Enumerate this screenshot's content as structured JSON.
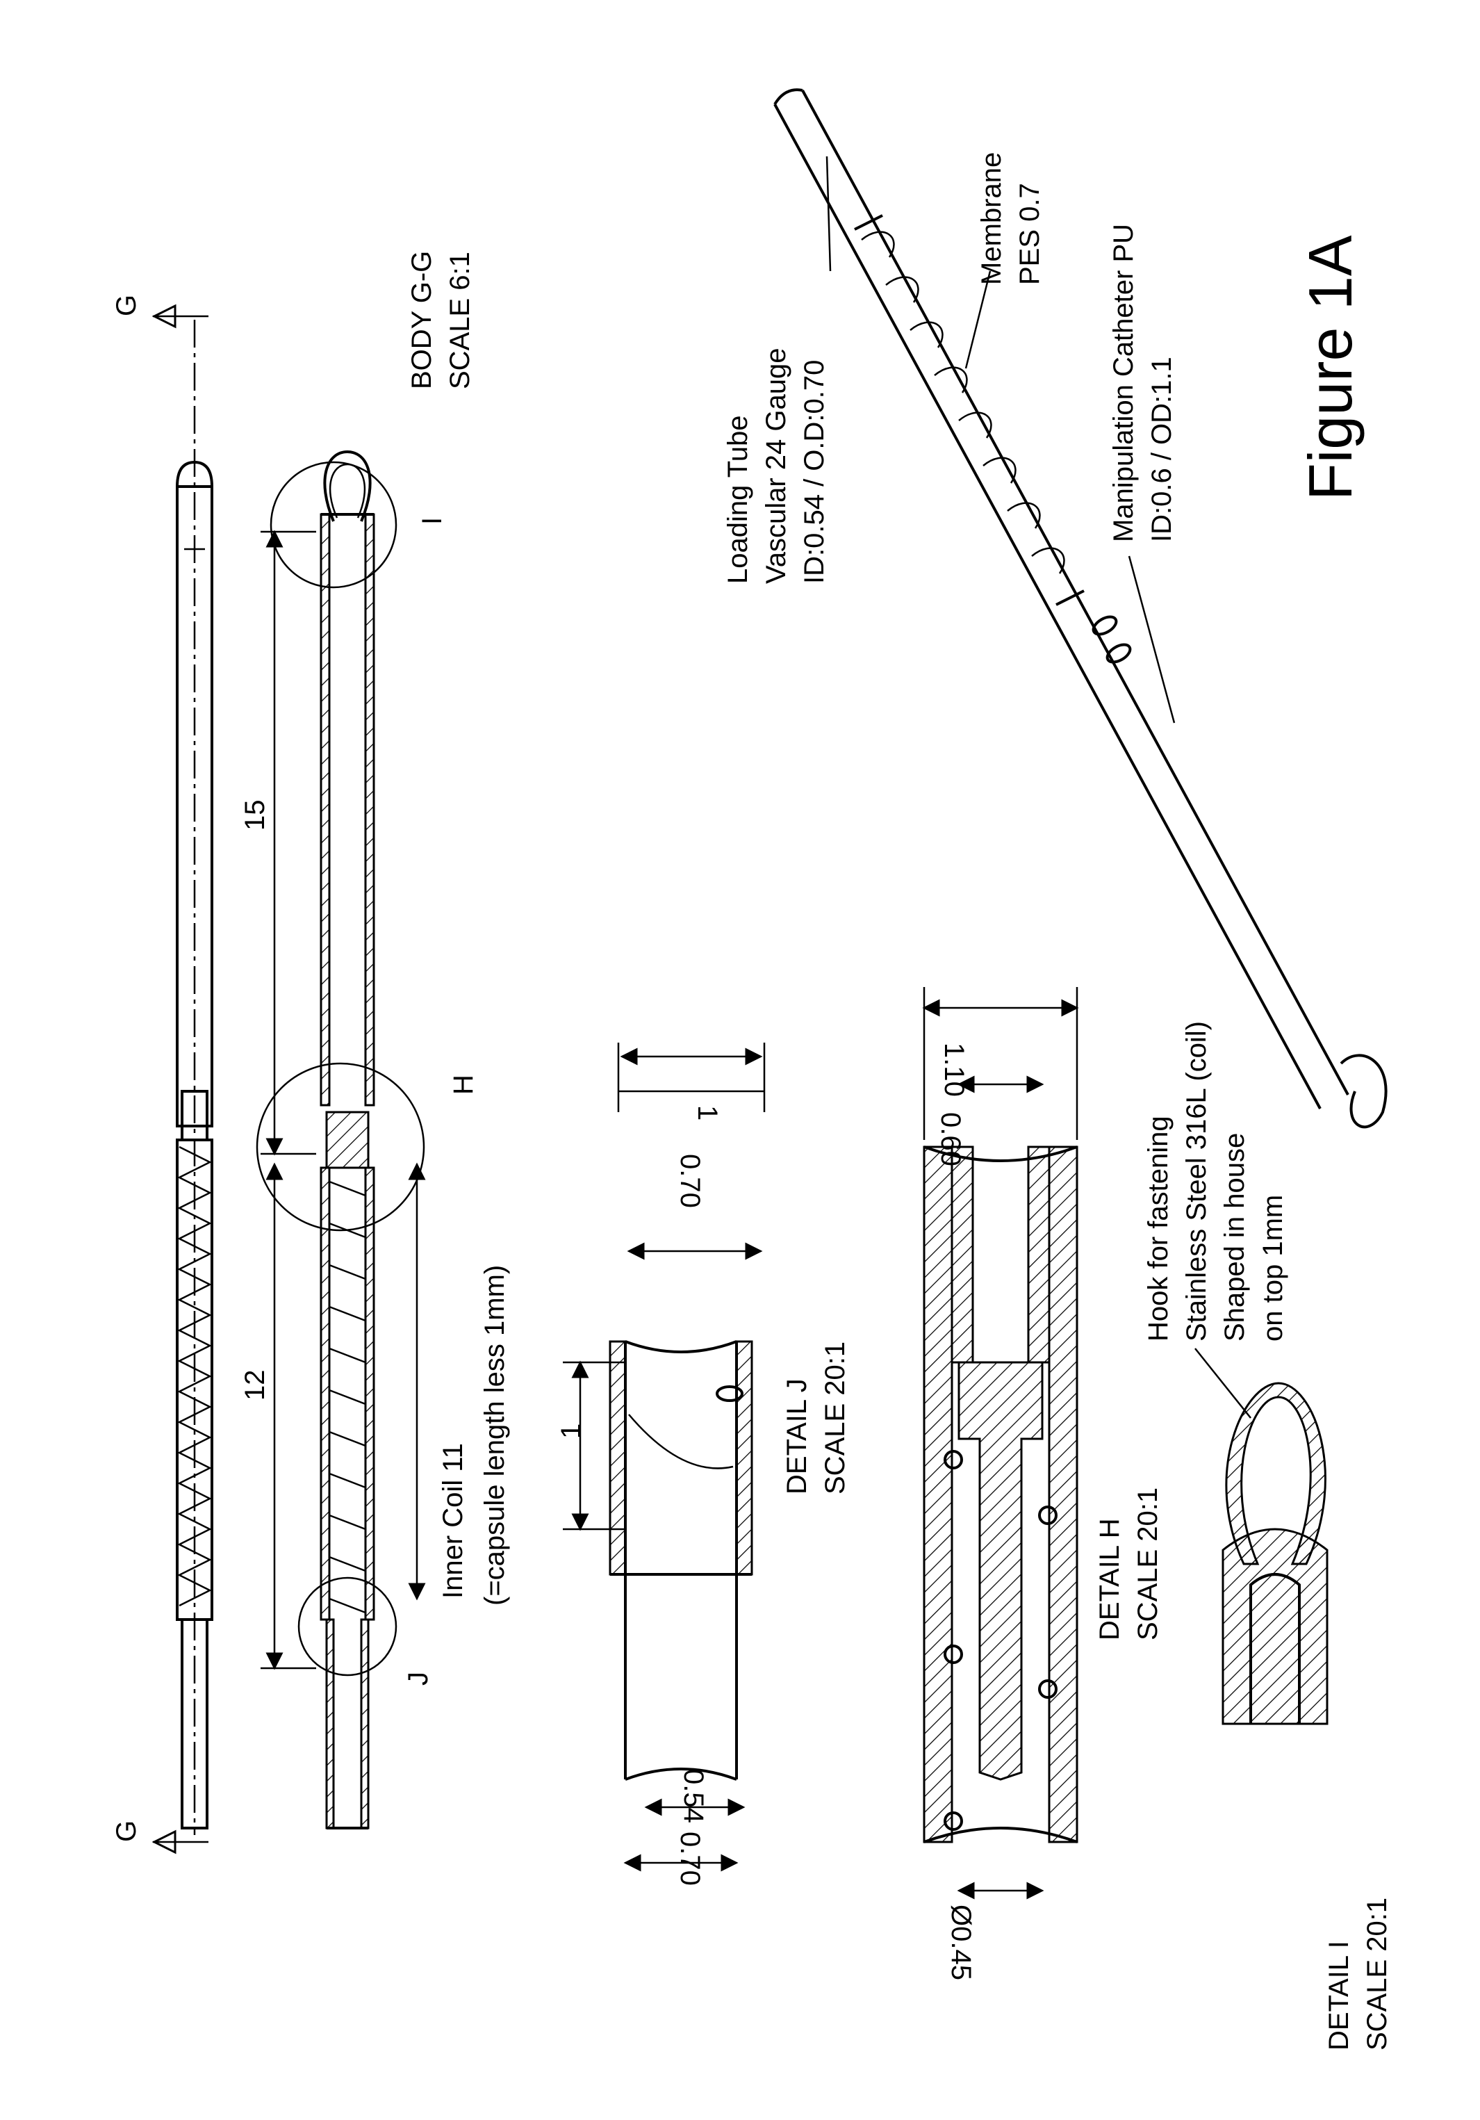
{
  "figure_title": "Figure 1A",
  "section": {
    "mark_top": "G",
    "mark_bottom": "G",
    "name": "BODY G-G",
    "scale": "SCALE 6:1"
  },
  "main_dims": {
    "d15": "15",
    "d12": "12"
  },
  "detail_circles": {
    "I": "I",
    "H": "H",
    "J": "J"
  },
  "inner_coil": {
    "line1": "Inner Coil 11",
    "line2": "(=capsule length less 1mm)"
  },
  "detail_j": {
    "name": "DETAIL J",
    "scale": "SCALE 20:1",
    "dim_len": "1",
    "dim_070": "0.70",
    "dim_1": "1",
    "dim_054": "0.54",
    "dim_070b": "0.70"
  },
  "detail_h": {
    "name": "DETAIL H",
    "scale": "SCALE 20:1",
    "dim_110": "1.10",
    "dim_060": "0.60",
    "dim_045": "Ø0.45"
  },
  "detail_i": {
    "name": "DETAIL I",
    "scale": "SCALE 20:1"
  },
  "hook": {
    "line1": "Hook for fastening",
    "line2": "Stainless Steel 316L (coil)",
    "line3": "Shaped in house",
    "line4": "on top 1mm"
  },
  "loading_tube": {
    "line1": "Loading Tube",
    "line2": "Vascular 24 Gauge",
    "line3": "ID:0.54 / O.D:0.70"
  },
  "membrane": {
    "line1": "Membrane",
    "line2": "PES 0.7"
  },
  "catheter": {
    "line1": "Manipulation Catheter PU",
    "line2": "ID:0.6 / OD:1.1"
  }
}
